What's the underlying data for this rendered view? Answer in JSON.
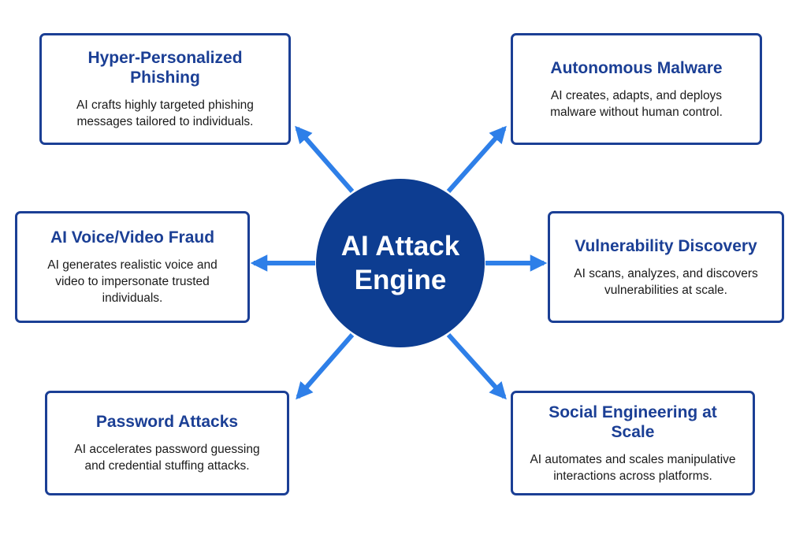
{
  "hub": {
    "label": "AI Attack Engine"
  },
  "nodes": {
    "phishing": {
      "title": "Hyper-Personalized Phishing",
      "description": "AI crafts highly targeted phishing messages tailored to individuals."
    },
    "malware": {
      "title": "Autonomous Malware",
      "description": "AI creates, adapts, and deploys malware without human control."
    },
    "voice": {
      "title": "AI Voice/Video Fraud",
      "description": "AI generates realistic voice and video to impersonate trusted individuals."
    },
    "vulnerability": {
      "title": "Vulnerability Discovery",
      "description": "AI scans, analyzes, and discovers vulnerabilities at scale."
    },
    "password": {
      "title": "Password Attacks",
      "description": "AI accelerates password guessing and credential stuffing attacks."
    },
    "social": {
      "title": "Social Engineering at Scale",
      "description": "AI automates and scales manipulative interactions across platforms."
    }
  },
  "colors": {
    "hub_fill": "#0d3d91",
    "card_border": "#1b3f95",
    "title_text": "#1b3f95",
    "arrow": "#2e7fe8"
  }
}
